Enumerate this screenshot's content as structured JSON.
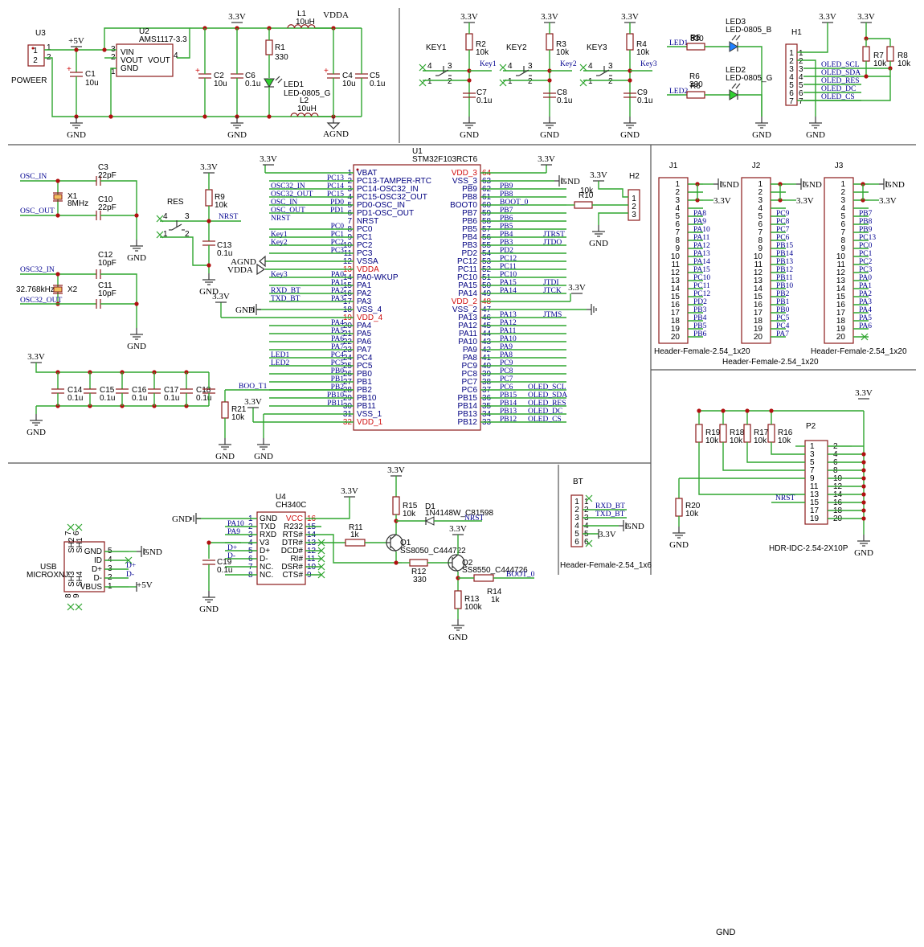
{
  "power_labels": {
    "v33": "3.3V",
    "v5": "+5V",
    "vdda": "VDDA",
    "agnd": "AGND",
    "gnd": "GND"
  },
  "footer_text": "GND",
  "power_section": {
    "u3": {
      "ref": "U3",
      "label": "POWEER",
      "pins": [
        "1",
        "2"
      ]
    },
    "u2": {
      "ref": "U2",
      "value": "AMS1117-3.3",
      "pins": [
        "VIN",
        "VOUT",
        "GND",
        "VOUT"
      ],
      "pin_nums": [
        "3",
        "2",
        "1",
        "4"
      ]
    },
    "c1": {
      "ref": "C1",
      "value": "10u"
    },
    "c2": {
      "ref": "C2",
      "value": "10u"
    },
    "c6": {
      "ref": "C6",
      "value": "0.1u"
    },
    "r1": {
      "ref": "R1",
      "value": "330"
    },
    "led1": {
      "ref": "LED1",
      "value": "LED-0805_G"
    },
    "l1": {
      "ref": "L1",
      "value": "10uH"
    },
    "l2": {
      "ref": "L2",
      "value": "10uH"
    },
    "c4": {
      "ref": "C4",
      "value": "10u"
    },
    "c5": {
      "ref": "C5",
      "value": "0.1u"
    }
  },
  "keys": [
    {
      "ref": "KEY1",
      "r": "R2",
      "rv": "10k",
      "c": "C7",
      "cv": "0.1u",
      "net": "Key1"
    },
    {
      "ref": "KEY2",
      "r": "R3",
      "rv": "10k",
      "c": "C8",
      "cv": "0.1u",
      "net": "Key2"
    },
    {
      "ref": "KEY3",
      "r": "R4",
      "rv": "10k",
      "c": "C9",
      "cv": "0.1u",
      "net": "Key3"
    }
  ],
  "key_pins": [
    "4",
    "3",
    "1",
    "2"
  ],
  "leds": [
    {
      "net": "LED1",
      "r": "R5",
      "rv": "330",
      "ref": "LED3",
      "value": "LED-0805_B"
    },
    {
      "net": "LED2",
      "r": "R6",
      "rv": "330",
      "ref": "LED2",
      "value": "LED-0805_G"
    }
  ],
  "oled": {
    "ref": "H1",
    "pins": [
      "1",
      "2",
      "3",
      "4",
      "5",
      "6",
      "7"
    ],
    "nets": [
      "OLED_SCL",
      "OLED_SDA",
      "OLED_RES",
      "OLED_DC",
      "OLED_CS"
    ],
    "r7": {
      "ref": "R7",
      "value": "10k"
    },
    "r8": {
      "ref": "R8",
      "value": "10k"
    }
  },
  "osc": {
    "c3": {
      "ref": "C3",
      "value": "22pF"
    },
    "c10": {
      "ref": "C10",
      "value": "22pF"
    },
    "x1": {
      "ref": "X1",
      "value": "8MHz"
    },
    "c12": {
      "ref": "C12",
      "value": "10pF"
    },
    "c11": {
      "ref": "C11",
      "value": "10pF"
    },
    "x2": {
      "ref": "X2",
      "value": "32.768kHz"
    },
    "nets": [
      "OSC_IN",
      "OSC_OUT",
      "OSC32_IN",
      "OSC32_OUT"
    ]
  },
  "reset": {
    "ref": "RES",
    "pins": [
      "4",
      "3",
      "1",
      "2"
    ],
    "r9": {
      "ref": "R9",
      "value": "10k"
    },
    "c13": {
      "ref": "C13",
      "value": "0.1u"
    },
    "net": "NRST"
  },
  "decoupling": [
    {
      "ref": "C14",
      "value": "0.1u"
    },
    {
      "ref": "C15",
      "value": "0.1u"
    },
    {
      "ref": "C16",
      "value": "0.1u"
    },
    {
      "ref": "C17",
      "value": "0.1u"
    },
    {
      "ref": "C18",
      "value": "0.1u"
    }
  ],
  "r21": {
    "ref": "R21",
    "value": "10k",
    "net": "BOO_T1"
  },
  "mcu": {
    "ref": "U1",
    "value": "STM32F103RCT6",
    "left_pins": [
      {
        "num": "1",
        "name": "VBAT",
        "net": ""
      },
      {
        "num": "2",
        "name": "PC13-TAMPER-RTC",
        "net": "PC13"
      },
      {
        "num": "3",
        "name": "PC14-OSC32_IN",
        "net": "PC14",
        "ext": "OSC32_IN"
      },
      {
        "num": "4",
        "name": "PC15-OSC32_OUT",
        "net": "PC15",
        "ext": "OSC32_OUT"
      },
      {
        "num": "5",
        "name": "PD0-OSC_IN",
        "net": "PD0",
        "ext": "OSC_IN"
      },
      {
        "num": "6",
        "name": "PD1-OSC_OUT",
        "net": "PD1",
        "ext": "OSC_OUT"
      },
      {
        "num": "7",
        "name": "NRST",
        "net": "",
        "ext": "NRST"
      },
      {
        "num": "8",
        "name": "PC0",
        "net": "PC0"
      },
      {
        "num": "9",
        "name": "PC1",
        "net": "PC1",
        "ext": "Key1"
      },
      {
        "num": "10",
        "name": "PC2",
        "net": "PC2",
        "ext": "Key2"
      },
      {
        "num": "11",
        "name": "PC3",
        "net": "PC3"
      },
      {
        "num": "12",
        "name": "VSSA",
        "net": ""
      },
      {
        "num": "13",
        "name": "VDDA",
        "net": "",
        "red": true
      },
      {
        "num": "14",
        "name": "PA0-WKUP",
        "net": "PA0",
        "ext": "Key3"
      },
      {
        "num": "15",
        "name": "PA1",
        "net": "PA1"
      },
      {
        "num": "16",
        "name": "PA2",
        "net": "PA2",
        "ext": "RXD_BT"
      },
      {
        "num": "17",
        "name": "PA3",
        "net": "PA3",
        "ext": "TXD_BT"
      },
      {
        "num": "18",
        "name": "VSS_4",
        "net": ""
      },
      {
        "num": "19",
        "name": "VDD_4",
        "net": "",
        "red": true
      },
      {
        "num": "20",
        "name": "PA4",
        "net": "PA4"
      },
      {
        "num": "21",
        "name": "PA5",
        "net": "PA5"
      },
      {
        "num": "22",
        "name": "PA6",
        "net": "PA6"
      },
      {
        "num": "23",
        "name": "PA7",
        "net": "PA7"
      },
      {
        "num": "24",
        "name": "PC4",
        "net": "PC4",
        "ext": "LED1"
      },
      {
        "num": "25",
        "name": "PC5",
        "net": "PC5",
        "ext": "LED2"
      },
      {
        "num": "26",
        "name": "PB0",
        "net": "PB0"
      },
      {
        "num": "27",
        "name": "PB1",
        "net": "PB1"
      },
      {
        "num": "28",
        "name": "PB2",
        "net": "PB2"
      },
      {
        "num": "29",
        "name": "PB10",
        "net": "PB10"
      },
      {
        "num": "30",
        "name": "PB11",
        "net": "PB11"
      },
      {
        "num": "31",
        "name": "VSS_1",
        "net": ""
      },
      {
        "num": "32",
        "name": "VDD_1",
        "net": "",
        "red": true
      }
    ],
    "right_pins": [
      {
        "num": "64",
        "name": "VDD_3",
        "net": "",
        "red": true
      },
      {
        "num": "63",
        "name": "VSS_3",
        "net": ""
      },
      {
        "num": "62",
        "name": "PB9",
        "net": "PB9"
      },
      {
        "num": "61",
        "name": "PB8",
        "net": "PB8"
      },
      {
        "num": "60",
        "name": "BOOT0",
        "net": "BOOT_0"
      },
      {
        "num": "59",
        "name": "PB7",
        "net": "PB7"
      },
      {
        "num": "58",
        "name": "PB6",
        "net": "PB6"
      },
      {
        "num": "57",
        "name": "PB5",
        "net": "PB5"
      },
      {
        "num": "56",
        "name": "PB4",
        "net": "PB4",
        "ext": "JTRST"
      },
      {
        "num": "55",
        "name": "PB3",
        "net": "PB3",
        "ext": "JTDO"
      },
      {
        "num": "54",
        "name": "PD2",
        "net": "PD2"
      },
      {
        "num": "53",
        "name": "PC12",
        "net": "PC12"
      },
      {
        "num": "52",
        "name": "PC11",
        "net": "PC11"
      },
      {
        "num": "51",
        "name": "PC10",
        "net": "PC10"
      },
      {
        "num": "50",
        "name": "PA15",
        "net": "PA15",
        "ext": "JTDI"
      },
      {
        "num": "49",
        "name": "PA14",
        "net": "PA14",
        "ext": "JTCK"
      },
      {
        "num": "48",
        "name": "VDD_2",
        "net": "",
        "red": true
      },
      {
        "num": "47",
        "name": "VSS_2",
        "net": ""
      },
      {
        "num": "46",
        "name": "PA13",
        "net": "PA13",
        "ext": "JTMS"
      },
      {
        "num": "45",
        "name": "PA12",
        "net": "PA12"
      },
      {
        "num": "44",
        "name": "PA11",
        "net": "PA11"
      },
      {
        "num": "43",
        "name": "PA10",
        "net": "PA10"
      },
      {
        "num": "42",
        "name": "PA9",
        "net": "PA9"
      },
      {
        "num": "41",
        "name": "PA8",
        "net": "PA8"
      },
      {
        "num": "40",
        "name": "PC9",
        "net": "PC9"
      },
      {
        "num": "39",
        "name": "PC8",
        "net": "PC8"
      },
      {
        "num": "38",
        "name": "PC7",
        "net": "PC7"
      },
      {
        "num": "37",
        "name": "PC6",
        "net": "PC6",
        "ext": "OLED_SCL"
      },
      {
        "num": "36",
        "name": "PB15",
        "net": "PB15",
        "ext": "OLED_SDA"
      },
      {
        "num": "35",
        "name": "PB14",
        "net": "PB14",
        "ext": "OLED_RES"
      },
      {
        "num": "34",
        "name": "PB13",
        "net": "PB13",
        "ext": "OLED_DC"
      },
      {
        "num": "33",
        "name": "PB12",
        "net": "PB12",
        "ext": "OLED_CS"
      }
    ]
  },
  "boot": {
    "ref": "H2",
    "pins": [
      "1",
      "2",
      "3"
    ],
    "r10": {
      "ref": "R10",
      "value": "10k"
    }
  },
  "headers": {
    "footer_a": "Header-Female-2.54_1x20",
    "footer_b": "Header-Female-2.54_1x20",
    "footer_c": "Header-Female-2.54_1x20",
    "cols": [
      {
        "ref": "J1",
        "nets": [
          "PA8",
          "PA9",
          "PA10",
          "PA11",
          "PA12",
          "PA13",
          "PA14",
          "PA15",
          "PC10",
          "PC11",
          "PC12",
          "PD2",
          "PB3",
          "PB4",
          "PB5",
          "PB6"
        ]
      },
      {
        "ref": "J2",
        "nets": [
          "PC9",
          "PC8",
          "PC7",
          "PC6",
          "PB15",
          "PB14",
          "PB13",
          "PB12",
          "PB11",
          "PB10",
          "PB2",
          "PB1",
          "PB0",
          "PC5",
          "PC4",
          "PA7"
        ]
      },
      {
        "ref": "J3",
        "nets": [
          "PB7",
          "PB8",
          "PB9",
          "PC13",
          "PC0",
          "PC1",
          "PC2",
          "PC3",
          "PA0",
          "PA1",
          "PA2",
          "PA3",
          "PA4",
          "PA5",
          "PA6"
        ]
      }
    ]
  },
  "jtag": {
    "ref": "P2",
    "value": "HDR-IDC-2.54-2X10P",
    "resistors": [
      {
        "ref": "R19",
        "value": "10k"
      },
      {
        "ref": "R18",
        "value": "10k"
      },
      {
        "ref": "R17",
        "value": "10k"
      },
      {
        "ref": "R16",
        "value": "10k"
      }
    ],
    "r20": {
      "ref": "R20",
      "value": "10k"
    },
    "net": "NRST",
    "left_pins": [
      "1",
      "3",
      "5",
      "7",
      "9",
      "11",
      "13",
      "15",
      "17",
      "19"
    ],
    "right_pins": [
      "2",
      "4",
      "6",
      "8",
      "10",
      "12",
      "14",
      "16",
      "18",
      "20"
    ]
  },
  "usb": {
    "ref": "USB",
    "value": "MICROXNJ",
    "pins": [
      "GND",
      "ID",
      "D+",
      "D-",
      "VBUS"
    ],
    "nums": [
      "5",
      "4",
      "3",
      "2",
      "1"
    ],
    "shields": [
      "SH2",
      "SH1",
      "SH3",
      "SH4"
    ],
    "shield_nums": [
      "7",
      "6",
      "8",
      "9"
    ],
    "nets": [
      "D+",
      "D-"
    ]
  },
  "ch340": {
    "ref": "U4",
    "value": "CH340C",
    "left": [
      {
        "num": "1",
        "name": "GND",
        "net": ""
      },
      {
        "num": "2",
        "name": "TXD",
        "net": "PA10"
      },
      {
        "num": "3",
        "name": "RXD",
        "net": "PA9"
      },
      {
        "num": "4",
        "name": "V3",
        "net": ""
      },
      {
        "num": "5",
        "name": "D+",
        "net": "D+"
      },
      {
        "num": "6",
        "name": "D-",
        "net": "D-"
      },
      {
        "num": "7",
        "name": "NC.",
        "net": ""
      },
      {
        "num": "8",
        "name": "NC.",
        "net": ""
      }
    ],
    "right": [
      {
        "num": "16",
        "name": "VCC",
        "red": true
      },
      {
        "num": "15",
        "name": "R232"
      },
      {
        "num": "14",
        "name": "RTS#"
      },
      {
        "num": "13",
        "name": "DTR#"
      },
      {
        "num": "12",
        "name": "DCD#"
      },
      {
        "num": "11",
        "name": "RI#"
      },
      {
        "num": "10",
        "name": "DSR#"
      },
      {
        "num": "9",
        "name": "CTS#"
      }
    ],
    "c19": {
      "ref": "C19",
      "value": "0.1u"
    }
  },
  "autoboot": {
    "r15": {
      "ref": "R15",
      "value": "10k"
    },
    "d1": {
      "ref": "D1",
      "value": "1N4148W_C81598",
      "net": "NRST"
    },
    "r11": {
      "ref": "R11",
      "value": "1k"
    },
    "q1": {
      "ref": "Q1",
      "value": "SS8050_C444722"
    },
    "r12": {
      "ref": "R12",
      "value": "330"
    },
    "q2": {
      "ref": "Q2",
      "value": "SS8550_C444726"
    },
    "r14": {
      "ref": "R14",
      "value": "1k",
      "net": "BOOT_0"
    },
    "r13": {
      "ref": "R13",
      "value": "100k"
    }
  },
  "bt": {
    "ref": "BT",
    "value": "Header-Female-2.54_1x6",
    "pins": [
      "1",
      "2",
      "3",
      "4",
      "5",
      "6"
    ],
    "nets": [
      "RXD_BT",
      "TXD_BT"
    ]
  }
}
